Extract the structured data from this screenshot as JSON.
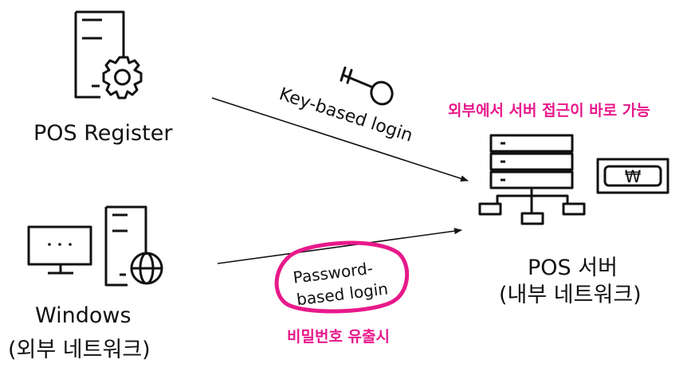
{
  "nodes": {
    "pos_register": {
      "label": "POS Register"
    },
    "windows": {
      "label": "Windows",
      "sublabel": "(외부 네트워크)"
    },
    "pos_server": {
      "label": "POS 서버",
      "sublabel": "(내부 네트워크)"
    }
  },
  "edges": {
    "key_login": {
      "label": "Key-based login"
    },
    "password_login": {
      "label_line1": "Password-",
      "label_line2": "based login"
    }
  },
  "notes": {
    "external_access": "외부에서 서버 접근이 바로 가능",
    "password_leak": "비밀번호 유출시"
  },
  "money": {
    "symbol": "₩"
  },
  "icons": {
    "register": "server-gear-icon",
    "monitor": "monitor-icon",
    "windows_server": "server-globe-icon",
    "key": "key-icon",
    "server_rack": "server-rack-icon",
    "banknote": "banknote-icon"
  },
  "colors": {
    "highlight": "#e8198b",
    "line": "#111111"
  }
}
